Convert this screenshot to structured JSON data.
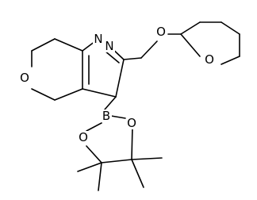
{
  "diagram": {
    "type": "skeletal structural formula",
    "atom_labels": [
      {
        "id": "n1",
        "text": "N"
      },
      {
        "id": "n2",
        "text": "N"
      },
      {
        "id": "o-morpholine",
        "text": "O"
      },
      {
        "id": "o-linker",
        "text": "O"
      },
      {
        "id": "o-thp",
        "text": "O"
      },
      {
        "id": "b",
        "text": "B"
      },
      {
        "id": "o-pin-left",
        "text": "O"
      },
      {
        "id": "o-pin-right",
        "text": "O"
      }
    ]
  }
}
